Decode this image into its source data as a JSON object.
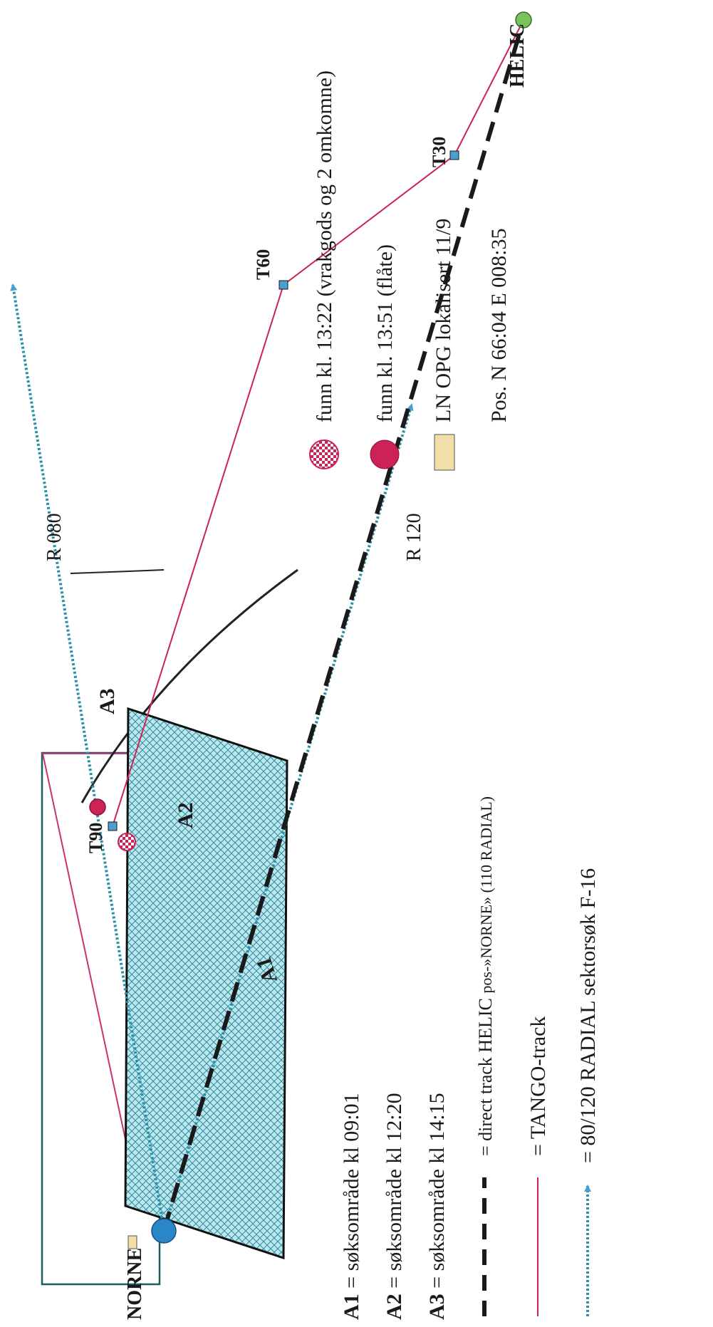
{
  "places": {
    "norne": "NORNE",
    "helic": "HELIC",
    "waypoints": [
      "T90",
      "T60",
      "T30"
    ]
  },
  "radials": {
    "r080": "R 080",
    "r120": "R 120"
  },
  "areas": {
    "a1": "A1",
    "a2": "A2",
    "a3": "A3"
  },
  "finds": [
    {
      "icon": "checkered-circle-icon",
      "text": "funn kl. 13:22 (vrakgods og 2 omkomne)"
    },
    {
      "icon": "filled-circle-icon",
      "text": "funn kl. 13:51 (flåte)"
    },
    {
      "icon": "rectangle-icon",
      "text": "LN OPG lokalisert 11/9"
    }
  ],
  "position_text": "Pos. N 66:04  E 008:35",
  "legend": {
    "areas": [
      {
        "code": "A1",
        "text": " = søksområde kl 09:01"
      },
      {
        "code": "A2",
        "text": " = søksområde kl 12:20"
      },
      {
        "code": "A3",
        "text": " = søksområde kl 14:15"
      }
    ],
    "direct_track_main": "= direct track HELIC ",
    "direct_track_small": "pos-»NORNE»",
    "direct_track_tail": " (110 RADIAL)",
    "tango_track": "= TANGO-track",
    "radial_search": "= 80/120 RADIAL sektorsøk  F-16"
  },
  "colors": {
    "tango_track": "#cc2255",
    "radial": "#2a8fa8",
    "area_a1_fill": "#bfe6ea",
    "area_a2": "#cc3377",
    "area_a3": "#1a5f66",
    "norne": "#2a86c8",
    "helic": "#7cc25a",
    "waypoint": "#4a9fd0",
    "opg_box": "#f0dfa8"
  }
}
